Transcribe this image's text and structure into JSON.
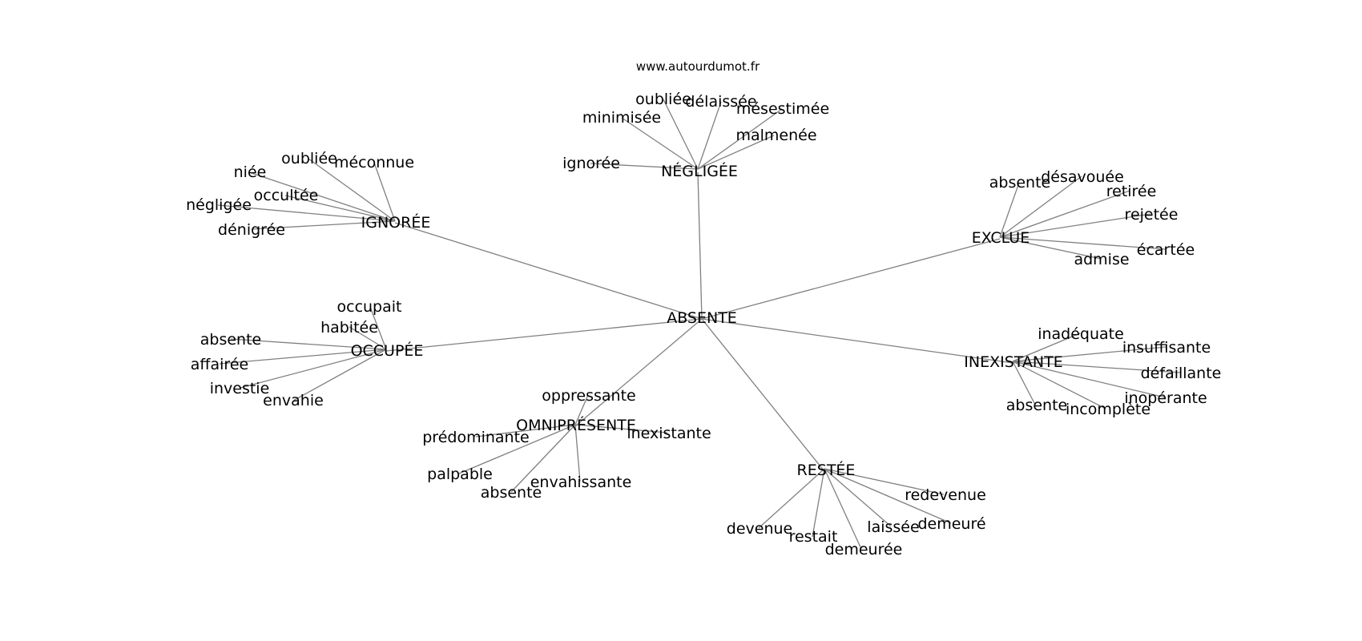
{
  "watermark": "www.autourdumot.fr",
  "graph": {
    "center": "ABSENTE",
    "groups": [
      {
        "label": "NÉGLIGÉE",
        "children": [
          "ignorée",
          "minimisée",
          "oubliée",
          "délaissée",
          "mésestimée",
          "malmenée"
        ]
      },
      {
        "label": "IGNORÉE",
        "children": [
          "niée",
          "oubliée",
          "méconnue",
          "occultée",
          "négligée",
          "dénigrée"
        ]
      },
      {
        "label": "EXCLUE",
        "children": [
          "absente",
          "désavouée",
          "retirée",
          "rejetée",
          "écartée",
          "admise"
        ]
      },
      {
        "label": "OCCUPÉE",
        "children": [
          "occupait",
          "habitée",
          "absente",
          "affairée",
          "investie",
          "envahie"
        ]
      },
      {
        "label": "INEXISTANTE",
        "children": [
          "inadéquate",
          "insuffisante",
          "défaillante",
          "inopérante",
          "incomplète",
          "absente"
        ]
      },
      {
        "label": "OMNIPRÉSENTE",
        "children": [
          "oppressante",
          "prédominante",
          "inexistante",
          "palpable",
          "envahissante",
          "absente"
        ]
      },
      {
        "label": "RESTÉE",
        "children": [
          "redevenue",
          "demeuré",
          "laissée",
          "demeurée",
          "restait",
          "devenue"
        ]
      }
    ]
  }
}
